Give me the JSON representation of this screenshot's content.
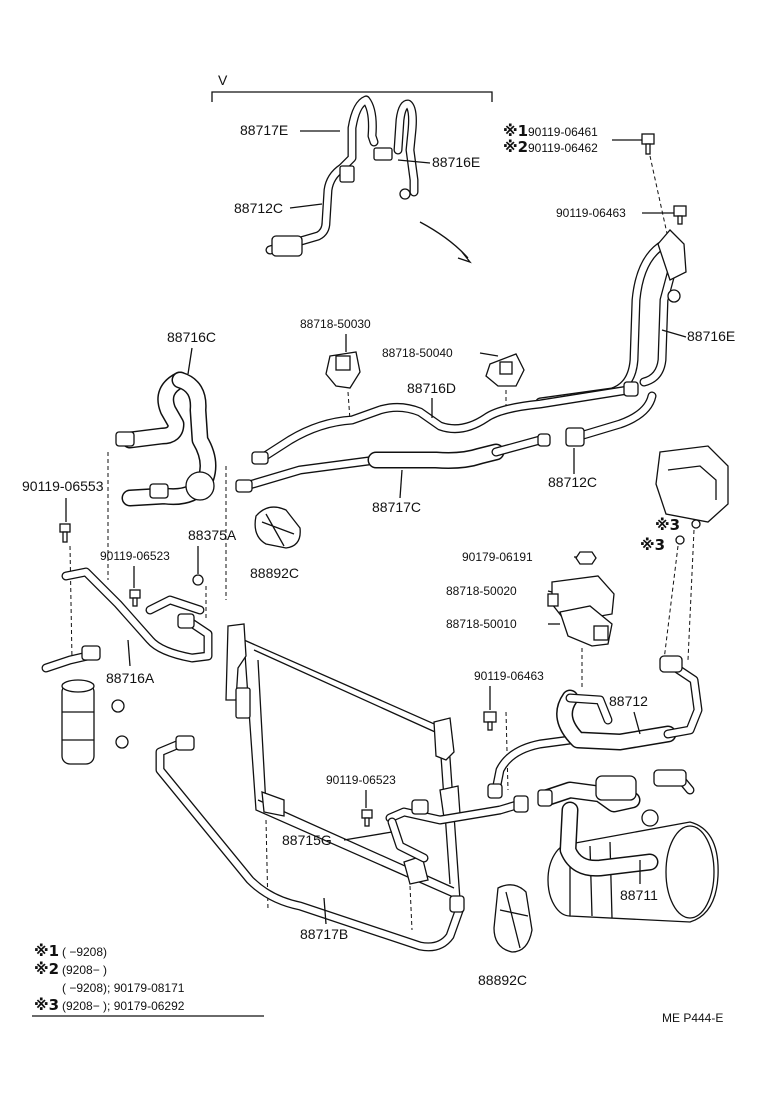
{
  "view_marker": "V",
  "parts": {
    "p88717E": "88717E",
    "p88716E_top": "88716E",
    "p88712C_top": "88712C",
    "p90119_06461": "90119-06461",
    "p90119_06462": "90119-06462",
    "p90119_06463_top": "90119-06463",
    "p88716E": "88716E",
    "p88716C": "88716C",
    "p88718_50030": "88718-50030",
    "p88718_50040": "88718-50040",
    "p88716D": "88716D",
    "p88712C": "88712C",
    "p90119_06553": "90119-06553",
    "p88717C": "88717C",
    "p88375A": "88375A",
    "p90119_06523_left": "90119-06523",
    "p88892C_upper": "88892C",
    "p90179_06191": "90179-06191",
    "p88718_50020": "88718-50020",
    "p88718_50010": "88718-50010",
    "p88716A": "88716A",
    "p90119_06463_mid": "90119-06463",
    "p88712": "88712",
    "p90119_06523_mid": "90119-06523",
    "p88715G": "88715G",
    "p88711": "88711",
    "p88717B": "88717B",
    "p88892C_lower": "88892C"
  },
  "marks": {
    "m1_top": "※1",
    "m2_top": "※2",
    "m3_a": "※3",
    "m3_b": "※3"
  },
  "legend": {
    "row1_mark": "※1",
    "row1_text": "(        −9208)",
    "row2_mark": "※2",
    "row2_text": "(9208−        )",
    "row3_text": "(        −9208); 90179-08171",
    "row4_mark": "※3",
    "row4_text": "(9208−        ); 90179-06292"
  },
  "footer_code": "ME P444-E"
}
